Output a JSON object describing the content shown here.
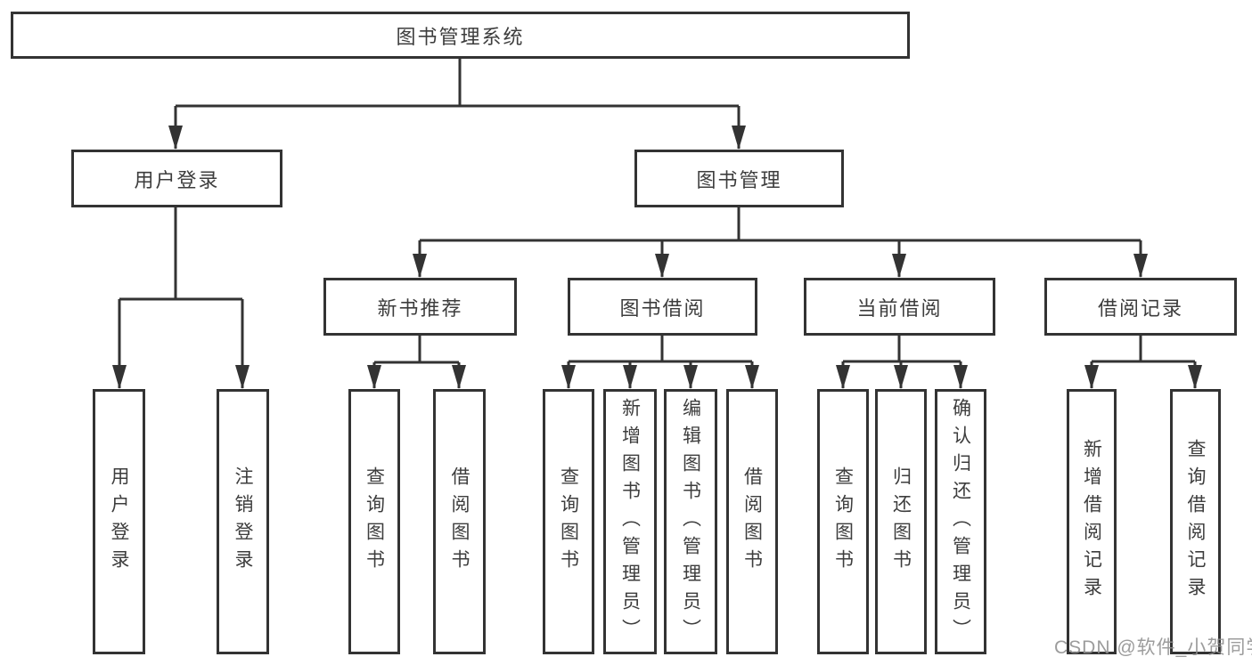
{
  "tree": {
    "label": "图书管理系统",
    "children": [
      {
        "label": "用户登录",
        "children": [
          {
            "label": "用户登录"
          },
          {
            "label": "注销登录"
          }
        ]
      },
      {
        "label": "图书管理",
        "children": [
          {
            "label": "新书推荐",
            "children": [
              {
                "label": "查询图书"
              },
              {
                "label": "借阅图书"
              }
            ]
          },
          {
            "label": "图书借阅",
            "children": [
              {
                "label": "查询图书"
              },
              {
                "label": "新增图书（管理员）"
              },
              {
                "label": "编辑图书（管理员）"
              },
              {
                "label": "借阅图书"
              }
            ]
          },
          {
            "label": "当前借阅",
            "children": [
              {
                "label": "查询图书"
              },
              {
                "label": "归还图书"
              },
              {
                "label": "确认归还（管理员）"
              }
            ]
          },
          {
            "label": "借阅记录",
            "children": [
              {
                "label": "新增借阅记录"
              },
              {
                "label": "查询借阅记录"
              }
            ]
          }
        ]
      }
    ]
  },
  "watermark": "CSDN @软件_小贺同学",
  "colors": {
    "line": "#333333",
    "text": "#3d3d3d",
    "watermark": "#8f8f8f",
    "background": "#ffffff"
  }
}
